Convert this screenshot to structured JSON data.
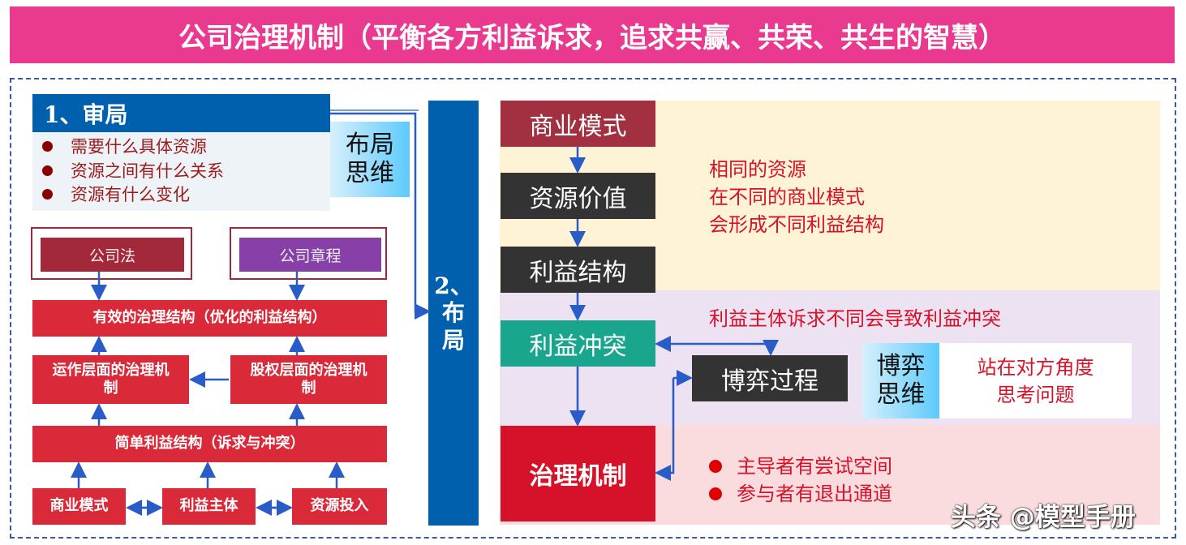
{
  "title": "公司治理机制（平衡各方利益诉求，追求共赢、共荣、共生的智慧）",
  "left": {
    "heading": "1、审局",
    "bullets": [
      "需要什么具体资源",
      "资源之间有什么关系",
      "资源有什么变化"
    ],
    "layout_thinking": "布局思维",
    "company_law": "公司法",
    "articles": "公司章程",
    "effective_structure": "有效的治理结构（优化的利益结构）",
    "operational": "运作层面的治理机制",
    "equity": "股权层面的治理机制",
    "simple_structure": "简单利益结构（诉求与冲突）",
    "bottom": [
      "商业模式",
      "利益主体",
      "资源投入"
    ]
  },
  "middle": {
    "label": "2、布局"
  },
  "right": {
    "flow": [
      "商业模式",
      "资源价值",
      "利益结构",
      "利益冲突",
      "治理机制"
    ],
    "yellow_text": [
      "相同的资源",
      "在不同的商业模式",
      "会形成不同利益结构"
    ],
    "conflict_text": "利益主体诉求不同会导致利益冲突",
    "game_process": "博弈过程",
    "game_thinking": "博弈思维",
    "perspective": [
      "站在对方角度",
      "思考问题"
    ],
    "governance_bullets": [
      "主导者有尝试空间",
      "参与者有退出通道"
    ]
  },
  "watermark": "头条 @模型手册"
}
